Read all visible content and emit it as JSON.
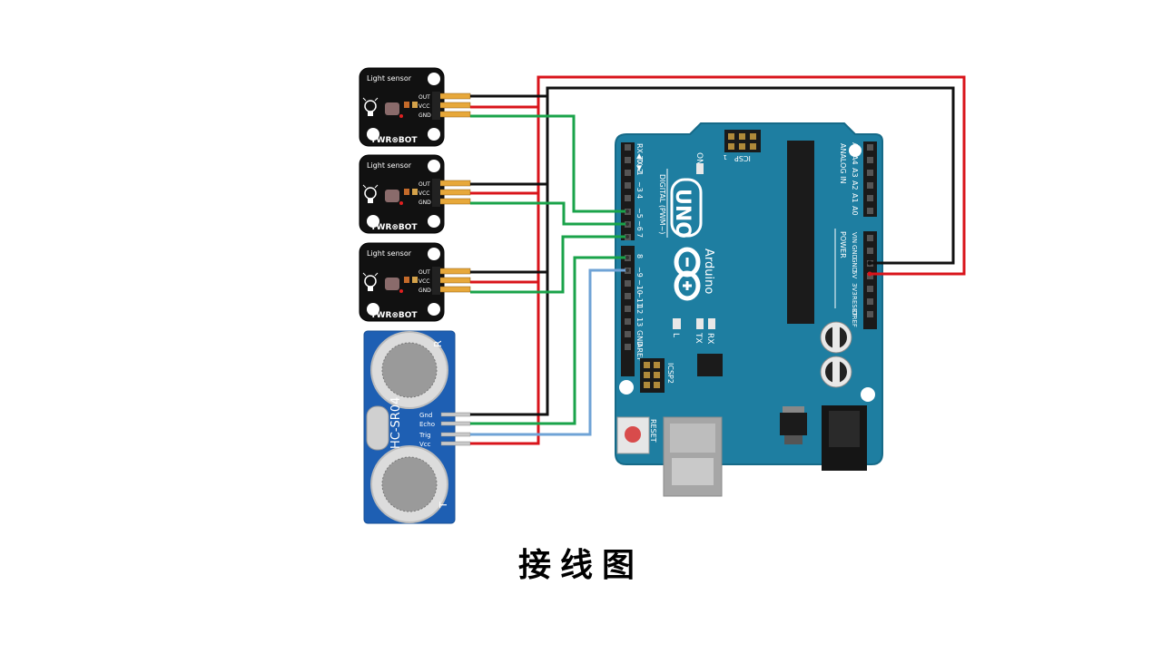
{
  "caption": "接线图",
  "colors": {
    "wire_power": "#d9141b",
    "wire_ground": "#111111",
    "wire_signal": "#1aa34a",
    "wire_trig": "#6fa3d6",
    "board": "#1e7ea1",
    "sensor_pcb": "#111111",
    "hcsr04_pcb": "#1e5fb3"
  },
  "light_sensors": [
    {
      "title": "Light sensor",
      "pins": [
        "OUT",
        "VCC",
        "GND"
      ],
      "brand": "YWR⊗BOT"
    },
    {
      "title": "Light sensor",
      "pins": [
        "OUT",
        "VCC",
        "GND"
      ],
      "brand": "YWR⊗BOT"
    },
    {
      "title": "Light sensor",
      "pins": [
        "OUT",
        "VCC",
        "GND"
      ],
      "brand": "YWR⊗BOT"
    }
  ],
  "ultrasonic": {
    "model": "HC-SR04",
    "pins": [
      "Gnd",
      "Echo",
      "Trig",
      "Vcc"
    ],
    "corner_top": "R",
    "corner_bottom": "T"
  },
  "arduino": {
    "brand": "Arduino",
    "model": "UNO",
    "digital_label": "DIGITAL (PWM~)",
    "reset_label": "RESET",
    "icsp_label": "ICSP",
    "icsp2_label": "ICSP2",
    "on_label": "ON",
    "icsp_pin1": "1",
    "l_label": "L",
    "tx_label": "TX",
    "rx_label": "RX",
    "digital_pins": [
      "RX◀0",
      "TX▶1",
      "2",
      "~3",
      "4",
      "~5",
      "~6",
      "7",
      "8",
      "~9",
      "~10",
      "~11",
      "12",
      "13",
      "GND",
      "AREF"
    ],
    "analog_label": "ANALOG IN",
    "analog_pins": [
      "A5",
      "A4",
      "A3",
      "A2",
      "A1",
      "A0"
    ],
    "power_label": "POWER",
    "power_pins": [
      "VIN",
      "GND",
      "GND",
      "5V",
      "3V3",
      "RESET",
      "IOREF"
    ]
  }
}
